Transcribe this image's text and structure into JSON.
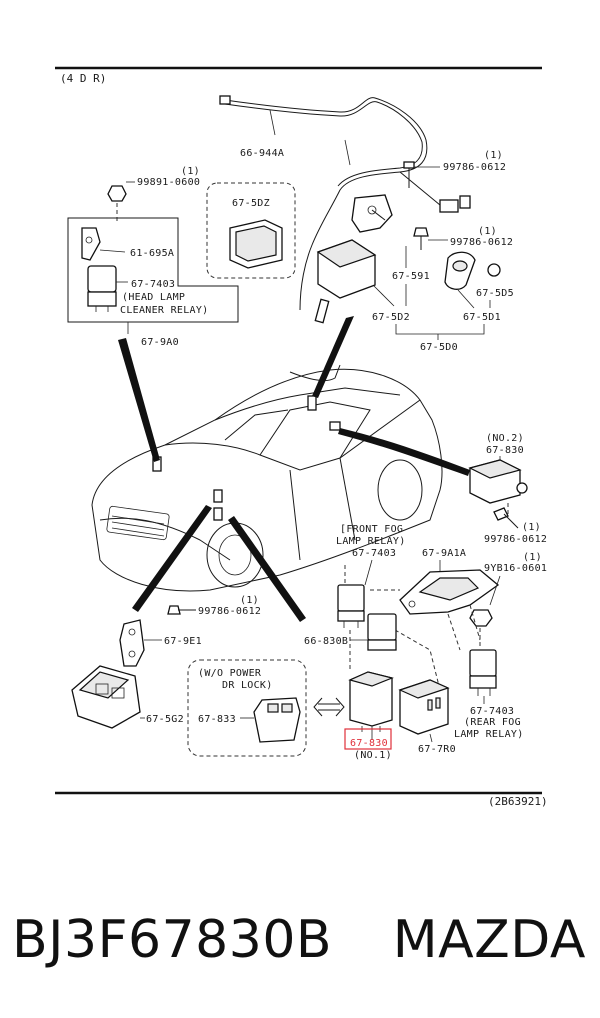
{
  "diagram": {
    "variant": "(4 D R)",
    "ref_code": "(2B63921)",
    "labels": {
      "harness": "66-944A",
      "bolt_top_right": "99786-0612",
      "qty1": "(1)",
      "nut_top_left": "99891-0600",
      "unit_5dz": "67-5DZ",
      "bracket": "61-695A",
      "relay_7403_top": "67-7403",
      "head_lamp_line1": "(HEAD LAMP",
      "head_lamp_line2": "CLEANER RELAY)",
      "group_9a0": "67-9A0",
      "bolt_mid": "99786-0612",
      "module_591": "67-591",
      "key_5d5": "67-5D5",
      "module_5d2": "67-5D2",
      "key_5d1": "67-5D1",
      "group_5d0": "67-5D0",
      "no2": "(NO.2)",
      "relay_830_no2": "67-830",
      "bolt_right": "99786-0612",
      "front_fog_line1": "[FRONT FOG",
      "front_fog_line2": "LAMP RELAY)",
      "relay_7403_front": "67-7403",
      "bracket_9a1a": "67-9A1A",
      "bolt_9yb": "9YB16-0601",
      "bolt_left": "99786-0612",
      "bracket_9e1": "67-9E1",
      "relay_830b": "66-830B",
      "wo_line1": "(W/O  POWER",
      "wo_line2": "DR LOCK)",
      "part_833": "67-833",
      "part_5g2": "67-5G2",
      "part_830_highlight": "67-830",
      "no1": "(NO.1)",
      "part_7r0": "67-7R0",
      "relay_7403_rear": "67-7403",
      "rear_fog_line1": "(REAR FOG",
      "rear_fog_line2": "LAMP RELAY)"
    }
  },
  "footer": {
    "part_number": "BJ3F67830B",
    "brand": "MAZDA"
  },
  "colors": {
    "highlight": "#e0303a",
    "ink": "#111111"
  }
}
